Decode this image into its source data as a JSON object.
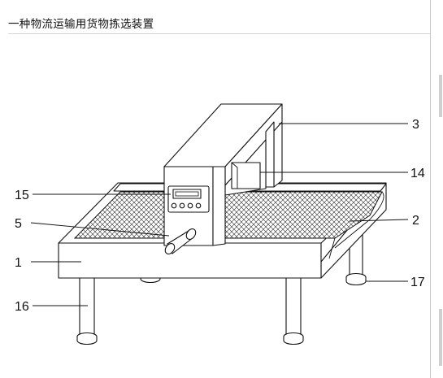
{
  "title": "一种物流运输用货物拣选装置",
  "labels": {
    "l1": "1",
    "l2": "2",
    "l3": "3",
    "l5": "5",
    "l14": "14",
    "l15": "15",
    "l16": "16",
    "l17": "17"
  }
}
